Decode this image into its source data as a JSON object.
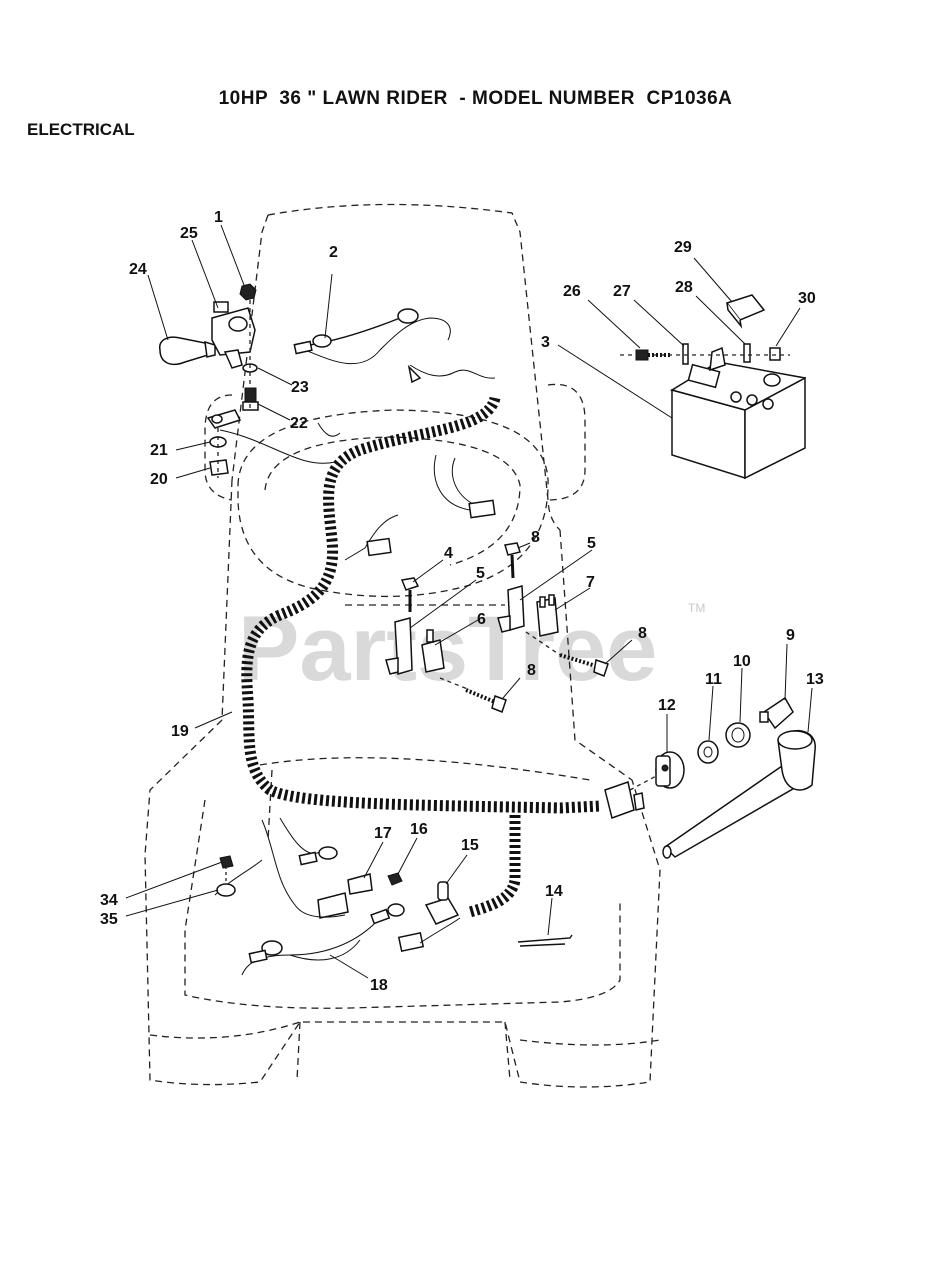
{
  "header": {
    "title": "10HP  36 \" LAWN RIDER  - MODEL NUMBER  CP1036A",
    "section": "ELECTRICAL"
  },
  "watermark": {
    "text": "PartsTree",
    "trademark": "TM"
  },
  "callouts": {
    "c1": "1",
    "c2": "2",
    "c3": "3",
    "c4": "4",
    "c5a": "5",
    "c5b": "5",
    "c6": "6",
    "c7": "7",
    "c8a": "8",
    "c8b": "8",
    "c8c": "8",
    "c9": "9",
    "c10": "10",
    "c11": "11",
    "c12": "12",
    "c13": "13",
    "c14": "14",
    "c15": "15",
    "c16": "16",
    "c17": "17",
    "c18": "18",
    "c19": "19",
    "c20": "20",
    "c21": "21",
    "c22": "22",
    "c23": "23",
    "c24": "24",
    "c25": "25",
    "c26": "26",
    "c27": "27",
    "c28": "28",
    "c29": "29",
    "c30": "30",
    "c34": "34",
    "c35": "35"
  }
}
